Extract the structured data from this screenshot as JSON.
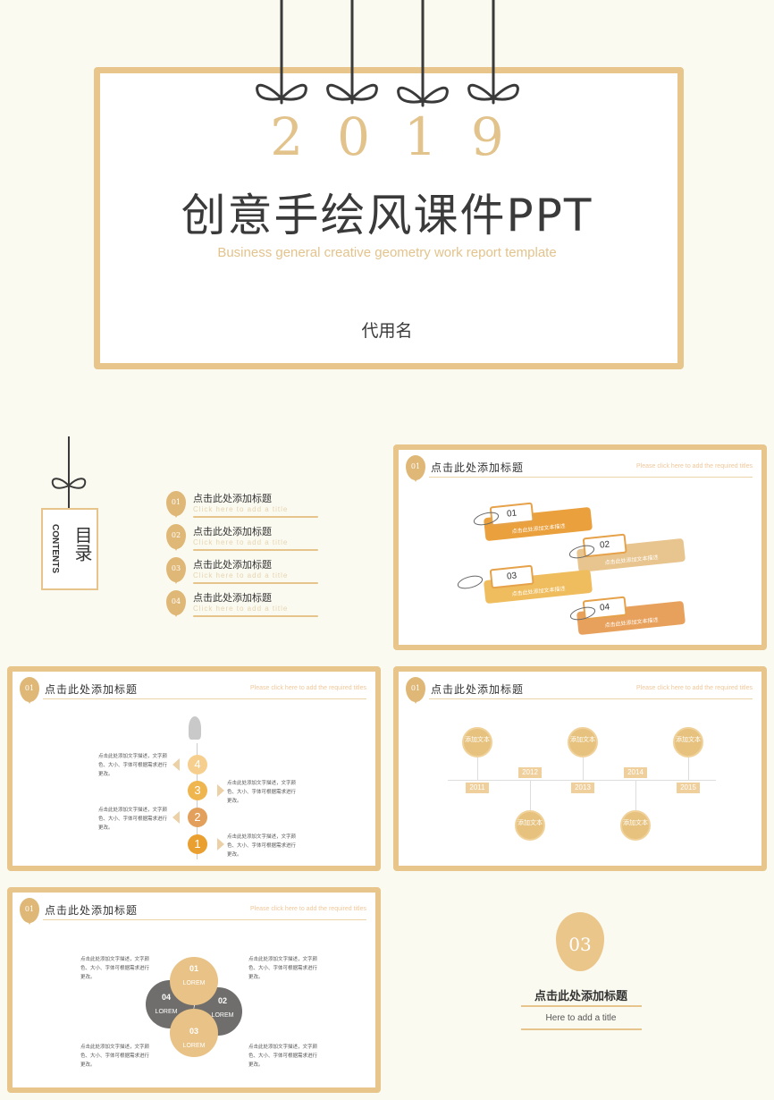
{
  "cover": {
    "year": "2019",
    "title": "创意手绘风课件PPT",
    "subtitle": "Business general creative geometry work report template",
    "author": "代用名"
  },
  "contents": {
    "tag_zh": "目录",
    "tag_en": "CONTENTS",
    "items": [
      {
        "num": "01",
        "title": "点击此处添加标题",
        "en": "Click here to add a title"
      },
      {
        "num": "02",
        "title": "点击此处添加标题",
        "en": "Click here to add a title"
      },
      {
        "num": "03",
        "title": "点击此处添加标题",
        "en": "Click here to add a title"
      },
      {
        "num": "04",
        "title": "点击此处添加标题",
        "en": "Click here to add a title"
      }
    ]
  },
  "slide_header": {
    "num": "01",
    "title": "点击此处添加标题",
    "en": "Please click here to add the required titles"
  },
  "tags": [
    {
      "num": "01",
      "text": "点击此处添加文本描述",
      "color": "#eaa03c"
    },
    {
      "num": "02",
      "text": "点击此处添加文本描述",
      "color": "#e8c58f"
    },
    {
      "num": "03",
      "text": "点击此处添加文本描述",
      "color": "#efbd5e"
    },
    {
      "num": "04",
      "text": "点击此处添加文本描述",
      "color": "#e8a15c"
    }
  ],
  "steps": {
    "desc": "点击此处添加文字描述，文字颜色、大小、字体可根据需求进行更改。",
    "items": [
      {
        "num": "4",
        "color": "#f6cf8e"
      },
      {
        "num": "3",
        "color": "#efb54f"
      },
      {
        "num": "2",
        "color": "#e2a05c"
      },
      {
        "num": "1",
        "color": "#eaa031"
      }
    ]
  },
  "timeline": {
    "circle_text": "添加文本",
    "years": [
      "2011",
      "2012",
      "2013",
      "2014",
      "2015"
    ]
  },
  "venn": {
    "desc": "点击此处添加文字描述，文字颜色、大小、字体可根据需求进行更改。",
    "items": [
      {
        "num": "01",
        "label": "LOREM"
      },
      {
        "num": "02",
        "label": "LOREM"
      },
      {
        "num": "03",
        "label": "LOREM"
      },
      {
        "num": "04",
        "label": "LOREM"
      }
    ],
    "colors": {
      "gold": "#e8c286",
      "gray": "#6f6e6c"
    }
  },
  "section": {
    "num": "03",
    "title": "点击此处添加标题",
    "subtitle": "Here to add a title"
  },
  "colors": {
    "accent": "#e8c58a",
    "background": "#fbfaf0"
  }
}
